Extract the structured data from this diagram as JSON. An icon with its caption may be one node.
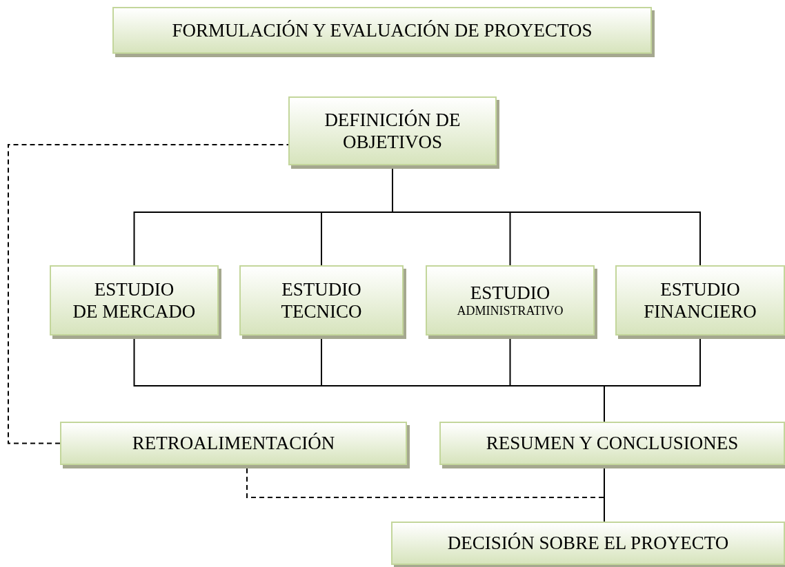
{
  "diagram": {
    "title": "FORMULACIÓN Y EVALUACIÓN DE PROYECTOS",
    "nodes": [
      {
        "text": [
          "DEFINICIÓN DE OBJETIVOS"
        ]
      },
      {
        "text": [
          "ESTUDIO",
          "DE MERCADO"
        ]
      },
      {
        "text": [
          "ESTUDIO",
          "TECNICO"
        ]
      },
      {
        "text": [
          "ESTUDIO",
          "ADMINISTRATIVO"
        ]
      },
      {
        "text": [
          "ESTUDIO",
          "FINANCIERO"
        ]
      },
      {
        "text": [
          "RETROALIMENTACIÓN"
        ]
      },
      {
        "text": [
          "RESUMEN Y CONCLUSIONES"
        ]
      },
      {
        "text": [
          "DECISIÓN SOBRE EL PROYECTO"
        ]
      }
    ],
    "edges": [
      {
        "from": 0,
        "to": 1,
        "arrow": "none"
      },
      {
        "from": 0,
        "to": 2,
        "arrow": "none"
      },
      {
        "from": 0,
        "to": 3,
        "arrow": "none"
      },
      {
        "from": 0,
        "to": 4,
        "arrow": "none"
      },
      {
        "from": 1,
        "to": 6,
        "arrow": "none"
      },
      {
        "from": 2,
        "to": 6,
        "arrow": "none"
      },
      {
        "from": 3,
        "to": 6,
        "arrow": "none"
      },
      {
        "from": 4,
        "to": 6,
        "arrow": "none"
      },
      {
        "from": 6,
        "to": 7,
        "arrow": "none"
      },
      {
        "from": 5,
        "to": 0,
        "arrow": "none",
        "style": "dashed"
      },
      {
        "from": 6,
        "to": 5,
        "arrow": "none",
        "style": "dashed"
      }
    ]
  }
}
